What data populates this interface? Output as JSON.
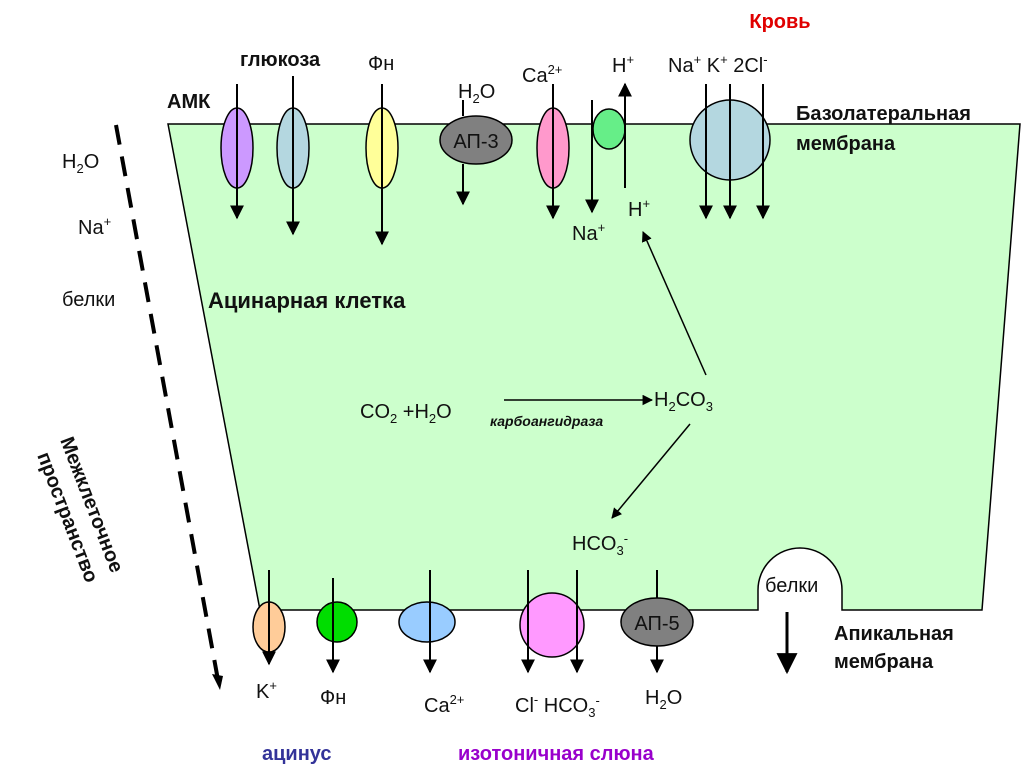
{
  "labels": {
    "blood": "Кровь",
    "amk": "АМК",
    "glucose": "глюкоза",
    "phn_top": "Фн",
    "h2o_top": "H2O",
    "ca_top": "Ca2+",
    "h_top": "H+",
    "nakcl": "Na+ K+ 2Cl-",
    "basolateral_1": "Базолатеральная",
    "basolateral_2": "мембрана",
    "ap3": "АП-3",
    "na_in": "Na+",
    "h_in": "H+",
    "interstitial_h2o": "H2O",
    "interstitial_na": "Na+",
    "interstitial_proteins": "белки",
    "cell_title": "Ацинарная клетка",
    "co2_h2o": "CO2 +H2O",
    "enzyme": "карбоангидраза",
    "h2co3": "H2CO3",
    "hco3": "HCO3-",
    "interstitial_space_1": "Межклеточное",
    "interstitial_space_2": "пространство",
    "proteins_apical": "белки",
    "apical_1": "Апикальная",
    "apical_2": "мембрана",
    "ap5": "АП-5",
    "k_out": "K+",
    "phn_out": "Фн",
    "ca_out": "Ca2+",
    "cl_hco3_out": "Cl- HCO3-",
    "h2o_out": "H2O",
    "acinus": "ацинус",
    "isotonic_saliva": "изотоничная слюна"
  },
  "colors": {
    "cell_fill": "#ccffcc",
    "blood_red": "#e00000",
    "acinus_blue": "#333399",
    "saliva_purple": "#9900cc",
    "amk_transporter": "#cc99ff",
    "glucose_transporter": "#b4d7e0",
    "phn_transporter": "#ffff99",
    "ap_channel": "#808080",
    "ca_pump": "#ff99cc",
    "nah_exchanger": "#66ee88",
    "nkcc": "#b4d7e0",
    "k_channel": "#ffcc99",
    "phn_apical": "#00dd00",
    "ca_apical": "#99ccff",
    "cl_hco3_exchanger": "#ff99ff"
  }
}
